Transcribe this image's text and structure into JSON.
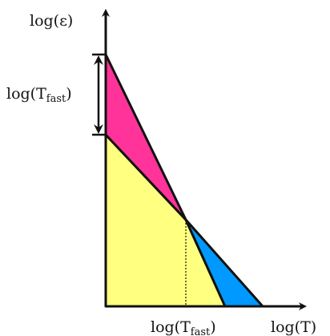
{
  "labels": {
    "y_axis": "log(ε)",
    "x_axis": "log(T)",
    "x_tick": "log(T",
    "x_tick_sub": "fast",
    "x_tick_close": ")",
    "interval": "log(T",
    "interval_sub": "fast",
    "interval_close": ")"
  },
  "colors": {
    "magenta_region": "#ff3399",
    "yellow_region": "#ffff80",
    "blue_region": "#0099ff",
    "stroke": "#111111"
  }
}
